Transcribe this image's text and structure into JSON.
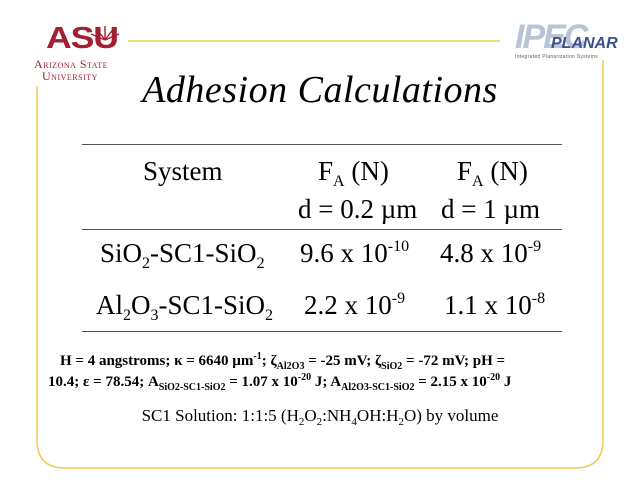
{
  "header": {
    "asu_letters": "ASU",
    "asu_line1": "Arizona State",
    "asu_line2": "University",
    "ipec_text": "IPEC",
    "planar_text": "PLANAR",
    "ipec_tagline": "Integrated Planarization Systems"
  },
  "slide": {
    "title": "Adhesion Calculations"
  },
  "table": {
    "header": {
      "system": "System",
      "col1_line1_main": "F",
      "col1_line1_sub": "A",
      "col1_line1_tail": " (N)",
      "col1_line2": "d = 0.2 µm",
      "col2_line1_main": "F",
      "col2_line1_sub": "A",
      "col2_line1_tail": " (N)",
      "col2_line2": "d = 1 µm"
    },
    "rows": [
      {
        "system_a": "SiO",
        "system_a_sub": "2",
        "system_b": "-SC1-SiO",
        "system_b_sub": "2",
        "val1_base": "9.6 x 10",
        "val1_exp": "-10",
        "val2_base": "4.8  x 10",
        "val2_exp": "-9"
      },
      {
        "system_a": "Al",
        "system_a_sub": "2",
        "system_mid": "O",
        "system_mid_sub": "3",
        "system_b": "-SC1-SiO",
        "system_b_sub": "2",
        "val1_base": "2.2 x 10",
        "val1_exp": "-9",
        "val2_base": "1.1 x 10",
        "val2_exp": "-8"
      }
    ]
  },
  "notes": {
    "line1_a": "H = 4 angstroms; ",
    "kappa": "κ",
    "line1_b": " = 6640 µm",
    "line1_b_sup": "-1",
    "line1_c": "; ",
    "zeta1": "ζ",
    "zeta1_sub": "Al2O3",
    "line1_d": " = -25 mV; ",
    "zeta2": "ζ",
    "zeta2_sub": "SiO2",
    "line1_e": " = -72 mV; pH =",
    "line2_a": "10.4; ",
    "epsilon": "ε",
    "line2_b": " = 78.54;  A",
    "a1_sub": "SiO2-SC1-SiO2",
    "line2_c": " = 1.07 x 10",
    "a1_exp": "-20",
    "line2_d": " J;  A",
    "a2_sub": "Al2O3-SC1-SiO2",
    "line2_e": " = 2.15 x 10",
    "a2_exp": "-20",
    "line2_f": " J",
    "sc1_a": "SC1 Solution:  1:1:5 (H",
    "sc1_h2_sub": "2",
    "sc1_b": "O",
    "sc1_o2_sub": "2",
    "sc1_c": ":NH",
    "sc1_nh4_sub": "4",
    "sc1_d": "OH:H",
    "sc1_h2o_sub": "2",
    "sc1_e": "O)  by volume"
  },
  "colors": {
    "frame": "#f0c85a",
    "asu": "#a31f34",
    "ipec": "#b9c4d6",
    "planar": "#3b4f8a",
    "rule": "#555555"
  }
}
